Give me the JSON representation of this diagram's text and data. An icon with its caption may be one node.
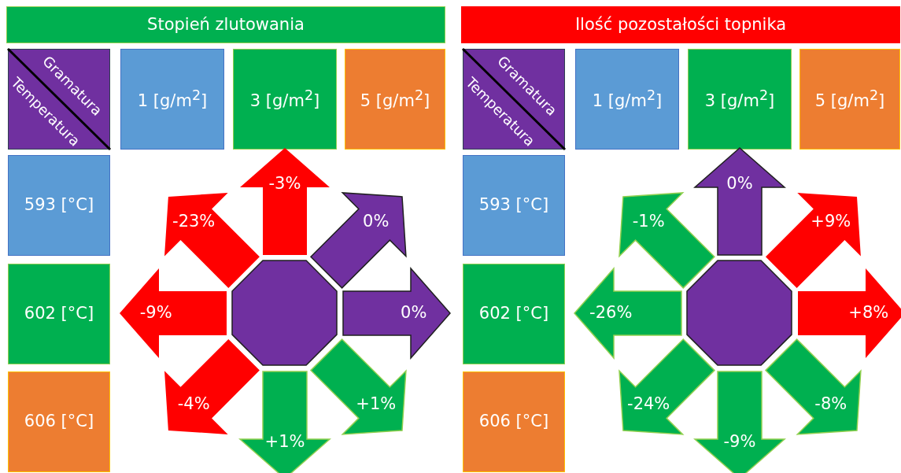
{
  "diagram": {
    "nodes": [
      {
        "text": [
          "Stopień zlutowania"
        ]
      },
      {
        "text": [
          "Gramatura",
          "Temperatura"
        ]
      },
      {
        "text": [
          "1 [g/m$^{2}$]"
        ]
      },
      {
        "text": [
          "3 [g/m$^{2}$]"
        ]
      },
      {
        "text": [
          "5 [g/m$^{2}$]"
        ]
      },
      {
        "text": [
          "593 [°C]"
        ]
      },
      {
        "text": [
          "602 [°C]"
        ]
      },
      {
        "text": [
          "606 [°C]"
        ]
      },
      {
        "text": [],
        "shape": "octagon"
      },
      {
        "text": [
          "-3%"
        ]
      },
      {
        "text": [
          "-23%"
        ]
      },
      {
        "text": [
          "0%"
        ]
      },
      {
        "text": [
          "-9%"
        ]
      },
      {
        "text": [
          "0%"
        ]
      },
      {
        "text": [
          "-4%"
        ]
      },
      {
        "text": [
          "+1%"
        ]
      },
      {
        "text": [
          "+1%"
        ]
      },
      {
        "text": [
          "Ilość pozostałości topnika"
        ]
      },
      {
        "text": [
          "Gramatura",
          "Temperatura"
        ]
      },
      {
        "text": [
          "1 [g/m$^{2}$]"
        ]
      },
      {
        "text": [
          "3 [g/m$^{2}$]"
        ]
      },
      {
        "text": [
          "5 [g/m$^{2}$]"
        ]
      },
      {
        "text": [
          "593 [°C]"
        ]
      },
      {
        "text": [
          "602 [°C]"
        ]
      },
      {
        "text": [
          "606 [°C]"
        ]
      },
      {
        "text": [],
        "shape": "octagon"
      },
      {
        "text": [
          "0%"
        ]
      },
      {
        "text": [
          "-1%"
        ]
      },
      {
        "text": [
          "+9%"
        ]
      },
      {
        "text": [
          "-26%"
        ]
      },
      {
        "text": [
          "+8%"
        ]
      },
      {
        "text": [
          "-24%"
        ]
      },
      {
        "text": [
          "-8%"
        ]
      },
      {
        "text": [
          "-9%"
        ]
      }
    ],
    "edges": []
  }
}
